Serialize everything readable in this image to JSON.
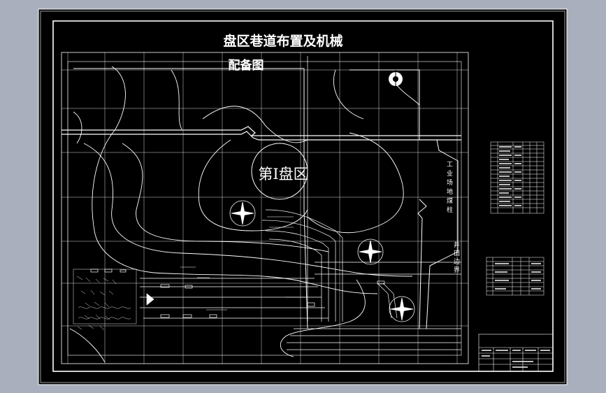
{
  "drawing": {
    "title_line1": "盘区巷道布置及机械",
    "title_line2": "配备图",
    "district_label": "第Ⅰ盘区",
    "side_label_1": "工业场地煤柱",
    "side_label_2": "井田边界"
  },
  "colors": {
    "viewport_bg": "#a9afbd",
    "paper": "#000000",
    "line": "#ffffff"
  },
  "icons": [
    "north-arrow-icon",
    "compass-rose-icon"
  ]
}
